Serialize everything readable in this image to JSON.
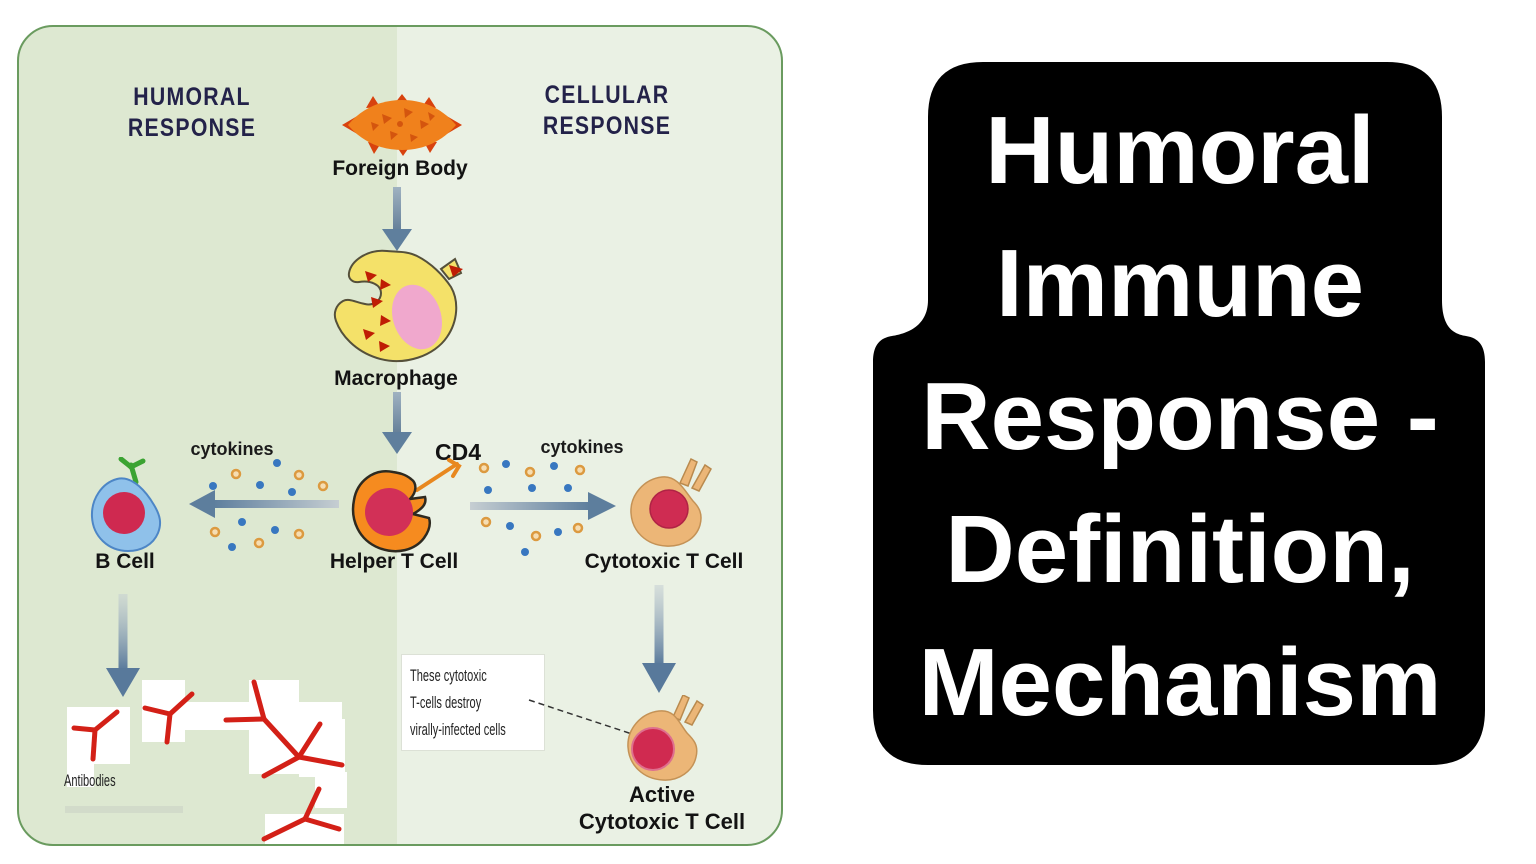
{
  "diagram": {
    "left_header": "HUMORAL RESPONSE",
    "right_header": "CELLULAR RESPONSE",
    "labels": {
      "foreign_body": "Foreign Body",
      "macrophage": "Macrophage",
      "cytokines_left": "cytokines",
      "cd4": "CD4",
      "cytokines_right": "cytokines",
      "b_cell": "B Cell",
      "helper_t_cell": "Helper T Cell",
      "cytotoxic_t_cell": "Cytotoxic T Cell",
      "antibodies": "Antibodies",
      "active_line1": "Active",
      "active_line2": "Cytotoxic T Cell"
    },
    "note": {
      "line1": "These cytotoxic",
      "line2": "T-cells destroy",
      "line3": "virally-infected cells"
    },
    "colors": {
      "panel_left_bg": "#dde8d1",
      "panel_right_bg": "#eaf1e4",
      "panel_border": "#6a9b5f",
      "header_text": "#232249",
      "arrow": "#5d7e9d",
      "antibody_red": "#d32017",
      "foreign_body_orange": "#f0811c",
      "macrophage_yellow": "#f4e169",
      "nucleus_pink": "#f0a8cd",
      "helper_t_orange": "#f68b1f",
      "b_cell_blue": "#8fc1ea",
      "cytotoxic_tan": "#ecb677",
      "nucleus_crimson": "#d02a50",
      "cytokine_blue": "#3877c0",
      "cytokine_orange": "#dc9a40"
    }
  },
  "title_card": {
    "line1": "Humoral",
    "line2": "Immune",
    "line3": "Response -",
    "line4": "Definition,",
    "line5": "Mechanism",
    "bg": "#000000",
    "text_color": "#ffffff"
  }
}
